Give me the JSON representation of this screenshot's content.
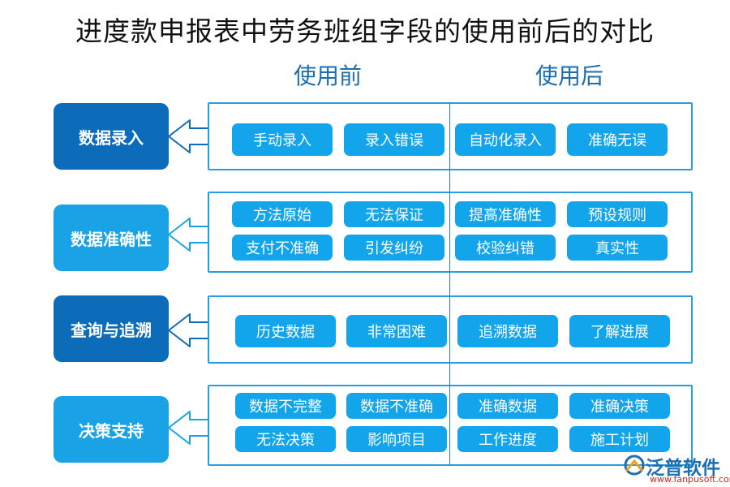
{
  "title": "进度款申报表中劳务班组字段的使用前后的对比",
  "columns": {
    "before": "使用前",
    "after": "使用后"
  },
  "rows": [
    {
      "category": "数据录入",
      "before": [
        "手动录入",
        "录入错误"
      ],
      "after": [
        "自动化录入",
        "准确无误"
      ]
    },
    {
      "category": "数据准确性",
      "before": [
        "方法原始",
        "无法保证",
        "支付不准确",
        "引发纠纷"
      ],
      "after": [
        "提高准确性",
        "预设规则",
        "校验纠错",
        "真实性"
      ]
    },
    {
      "category": "查询与追溯",
      "before": [
        "历史数据",
        "非常困难"
      ],
      "after": [
        "追溯数据",
        "了解进展"
      ]
    },
    {
      "category": "决策支持",
      "before": [
        "数据不完整",
        "数据不准确",
        "无法决策",
        "影响项目"
      ],
      "after": [
        "准确数据",
        "准确决策",
        "工作进度",
        "施工计划"
      ]
    }
  ],
  "logo": {
    "name": "泛普软件",
    "url": "www.fanpusoft.com"
  },
  "colors": {
    "dark_category": "#0d6cb9",
    "light_category": "#1aa2e6",
    "tag": "#13a5ec",
    "border": "#2a9de0",
    "heading": "#1a6fb0"
  }
}
